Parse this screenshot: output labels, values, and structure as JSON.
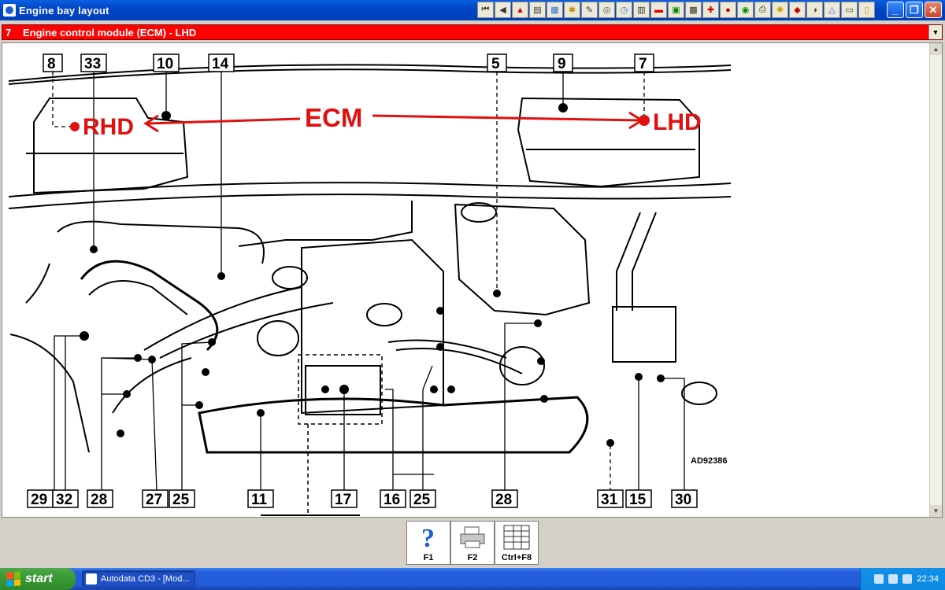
{
  "window": {
    "title": "Engine bay layout",
    "toolbar_icons": [
      "first-page-icon",
      "previous-page-icon",
      "warning-icon",
      "document-icon",
      "chart-icon",
      "gear-icon",
      "wrench-icon",
      "disc-icon",
      "clock-icon",
      "timing-icon",
      "fuel-icon",
      "battery-icon",
      "engine-icon",
      "tools-icon",
      "lamp-icon",
      "steering-icon",
      "print-icon",
      "bulb-icon",
      "car-icon",
      "gauge-icon",
      "triangle-icon",
      "camera-icon",
      "note-icon"
    ]
  },
  "selector": {
    "number": "7",
    "label": "Engine control module (ECM) - LHD"
  },
  "diagram": {
    "annotation_main": "ECM",
    "annotation_left": "RHD",
    "annotation_right": "LHD",
    "figure_code": "AD92386",
    "top_callouts": [
      "8",
      "33",
      "10",
      "14",
      "5",
      "9",
      "7"
    ],
    "bottom_callouts": [
      "29",
      "32",
      "28",
      "27",
      "25",
      "11",
      "17",
      "16",
      "25",
      "28",
      "31",
      "15",
      "30"
    ]
  },
  "function_buttons": [
    {
      "key": "F1",
      "icon": "help-icon"
    },
    {
      "key": "F2",
      "icon": "print-icon"
    },
    {
      "key": "Ctrl+F8",
      "icon": "table-icon"
    }
  ],
  "taskbar": {
    "start_label": "start",
    "task_item": "Autodata CD3 - [Mod...",
    "clock": "22:34"
  },
  "colors": {
    "titlebar": "#0046c8",
    "selector_bg": "#ff0000",
    "annotation": "#e01010"
  }
}
